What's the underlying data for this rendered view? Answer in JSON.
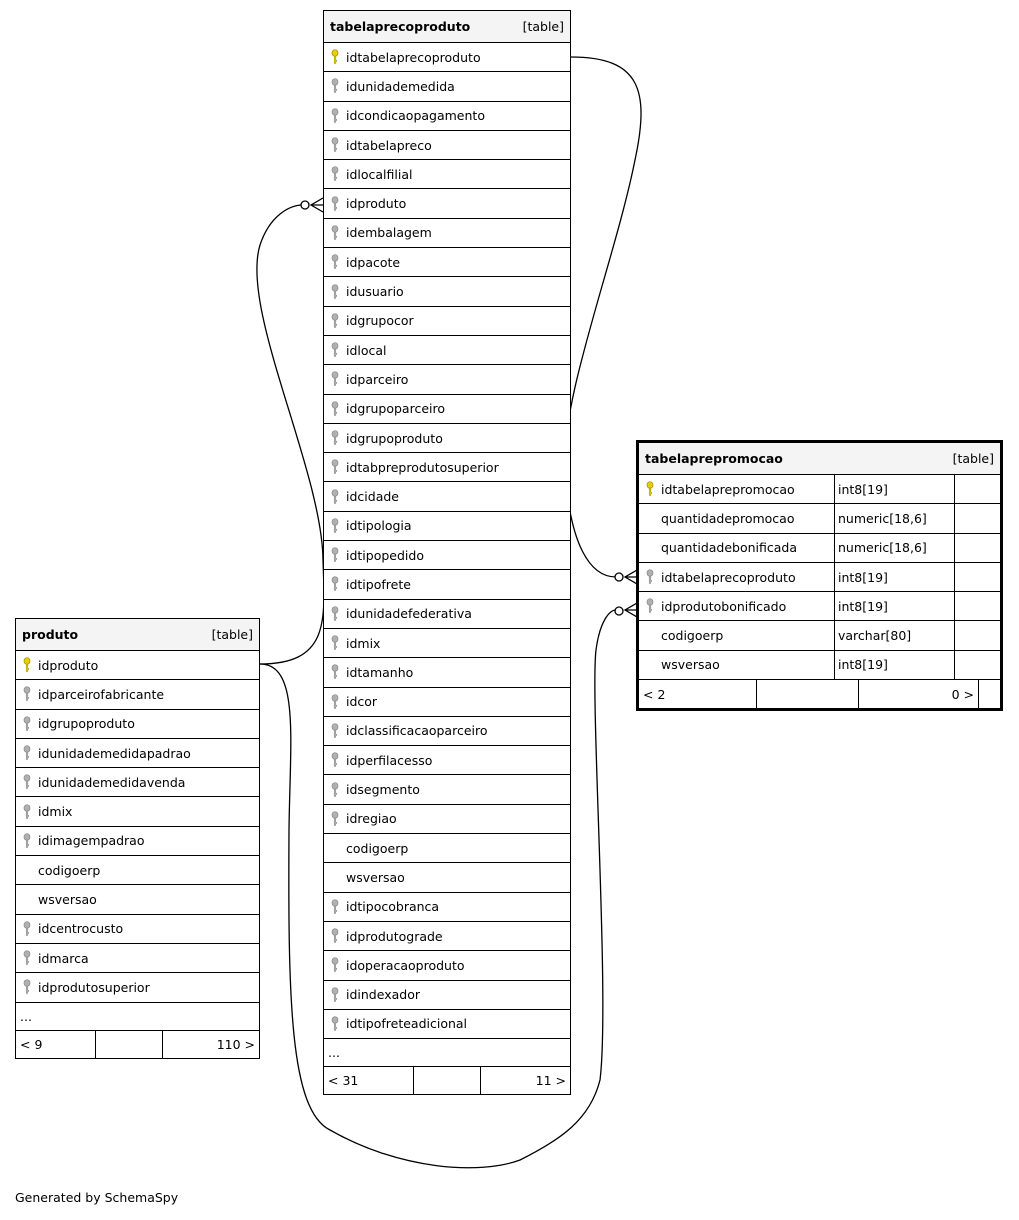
{
  "credit": "Generated by SchemaSpy",
  "colors": {
    "primary_key": "#e8d000",
    "foreign_key": "#b0b0b0",
    "header_bg": "#f4f4f4"
  },
  "tables": {
    "produto": {
      "name": "produto",
      "kind": "[table]",
      "columns": [
        {
          "name": "idproduto",
          "key": "pk"
        },
        {
          "name": "idparceirofabricante",
          "key": "fk"
        },
        {
          "name": "idgrupoproduto",
          "key": "fk"
        },
        {
          "name": "idunidademedidapadrao",
          "key": "fk"
        },
        {
          "name": "idunidademedidavenda",
          "key": "fk"
        },
        {
          "name": "idmix",
          "key": "fk"
        },
        {
          "name": "idimagempadrao",
          "key": "fk"
        },
        {
          "name": "codigoerp",
          "key": ""
        },
        {
          "name": "wsversao",
          "key": ""
        },
        {
          "name": "idcentrocusto",
          "key": "fk"
        },
        {
          "name": "idmarca",
          "key": "fk"
        },
        {
          "name": "idprodutosuperior",
          "key": "fk"
        }
      ],
      "ellipsis": "...",
      "footer": {
        "left": "< 9",
        "middle": "",
        "right": "110 >"
      }
    },
    "tabelaprecoproduto": {
      "name": "tabelaprecoproduto",
      "kind": "[table]",
      "columns": [
        {
          "name": "idtabelaprecoproduto",
          "key": "pk"
        },
        {
          "name": "idunidademedida",
          "key": "fk"
        },
        {
          "name": "idcondicaopagamento",
          "key": "fk"
        },
        {
          "name": "idtabelapreco",
          "key": "fk"
        },
        {
          "name": "idlocalfilial",
          "key": "fk"
        },
        {
          "name": "idproduto",
          "key": "fk"
        },
        {
          "name": "idembalagem",
          "key": "fk"
        },
        {
          "name": "idpacote",
          "key": "fk"
        },
        {
          "name": "idusuario",
          "key": "fk"
        },
        {
          "name": "idgrupocor",
          "key": "fk"
        },
        {
          "name": "idlocal",
          "key": "fk"
        },
        {
          "name": "idparceiro",
          "key": "fk"
        },
        {
          "name": "idgrupoparceiro",
          "key": "fk"
        },
        {
          "name": "idgrupoproduto",
          "key": "fk"
        },
        {
          "name": "idtabpreprodutosuperior",
          "key": "fk"
        },
        {
          "name": "idcidade",
          "key": "fk"
        },
        {
          "name": "idtipologia",
          "key": "fk"
        },
        {
          "name": "idtipopedido",
          "key": "fk"
        },
        {
          "name": "idtipofrete",
          "key": "fk"
        },
        {
          "name": "idunidadefederativa",
          "key": "fk"
        },
        {
          "name": "idmix",
          "key": "fk"
        },
        {
          "name": "idtamanho",
          "key": "fk"
        },
        {
          "name": "idcor",
          "key": "fk"
        },
        {
          "name": "idclassificacaoparceiro",
          "key": "fk"
        },
        {
          "name": "idperfilacesso",
          "key": "fk"
        },
        {
          "name": "idsegmento",
          "key": "fk"
        },
        {
          "name": "idregiao",
          "key": "fk"
        },
        {
          "name": "codigoerp",
          "key": ""
        },
        {
          "name": "wsversao",
          "key": ""
        },
        {
          "name": "idtipocobranca",
          "key": "fk"
        },
        {
          "name": "idprodutograde",
          "key": "fk"
        },
        {
          "name": "idoperacaoproduto",
          "key": "fk"
        },
        {
          "name": "idindexador",
          "key": "fk"
        },
        {
          "name": "idtipofreteadicional",
          "key": "fk"
        }
      ],
      "ellipsis": "...",
      "footer": {
        "left": "< 31",
        "middle": "",
        "right": "11 >"
      }
    },
    "tabelaprepromocao": {
      "name": "tabelaprepromocao",
      "kind": "[table]",
      "columns": [
        {
          "name": "idtabelaprepromocao",
          "type": "int8[19]",
          "key": "pk"
        },
        {
          "name": "quantidadepromocao",
          "type": "numeric[18,6]",
          "key": ""
        },
        {
          "name": "quantidadebonificada",
          "type": "numeric[18,6]",
          "key": ""
        },
        {
          "name": "idtabelaprecoproduto",
          "type": "int8[19]",
          "key": "fk"
        },
        {
          "name": "idprodutobonificado",
          "type": "int8[19]",
          "key": "fk"
        },
        {
          "name": "codigoerp",
          "type": "varchar[80]",
          "key": ""
        },
        {
          "name": "wsversao",
          "type": "int8[19]",
          "key": ""
        }
      ],
      "footer": {
        "left": "< 2",
        "middle": "",
        "right": "0 >"
      }
    }
  }
}
